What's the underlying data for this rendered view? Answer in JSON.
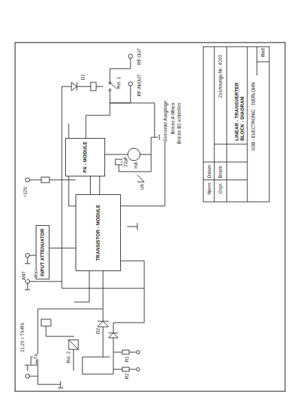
{
  "diagram": {
    "title": "LINEAR - TRANSVERTER BLOCK - DIAGRAM",
    "nodes": [
      {
        "text": [
          "TRANSISTOR - MODULE"
        ]
      },
      {
        "text": [
          "PA - MODULE"
        ]
      },
      {
        "text": [
          "INPUT ATTENUATOR"
        ]
      }
    ],
    "edges": [
      {
        "from": 2,
        "to": 0,
        "arrow": "none"
      },
      {
        "from": 0,
        "to": 1,
        "arrow": "none"
      }
    ],
    "labels": [
      "RF OUT",
      "RF IN/OUT",
      "Getrennte Ausgänge:",
      "Brücke A öffnen",
      "Brücke B2 schließen",
      "mA",
      "22µF",
      "Ub",
      "D1",
      "Rel. 1",
      "+12V",
      "ANT",
      "RX",
      "TX",
      "D2",
      "Rel. 2",
      "R1",
      "R2",
      "21-25 = TX/RX",
      "Zeichnungs-Nr.: 6100",
      "SSB - ELECTRONIC · ISERLOHN",
      "Datum",
      "Name",
      "Bearb.",
      "Gepr.",
      "Blatt"
    ]
  }
}
